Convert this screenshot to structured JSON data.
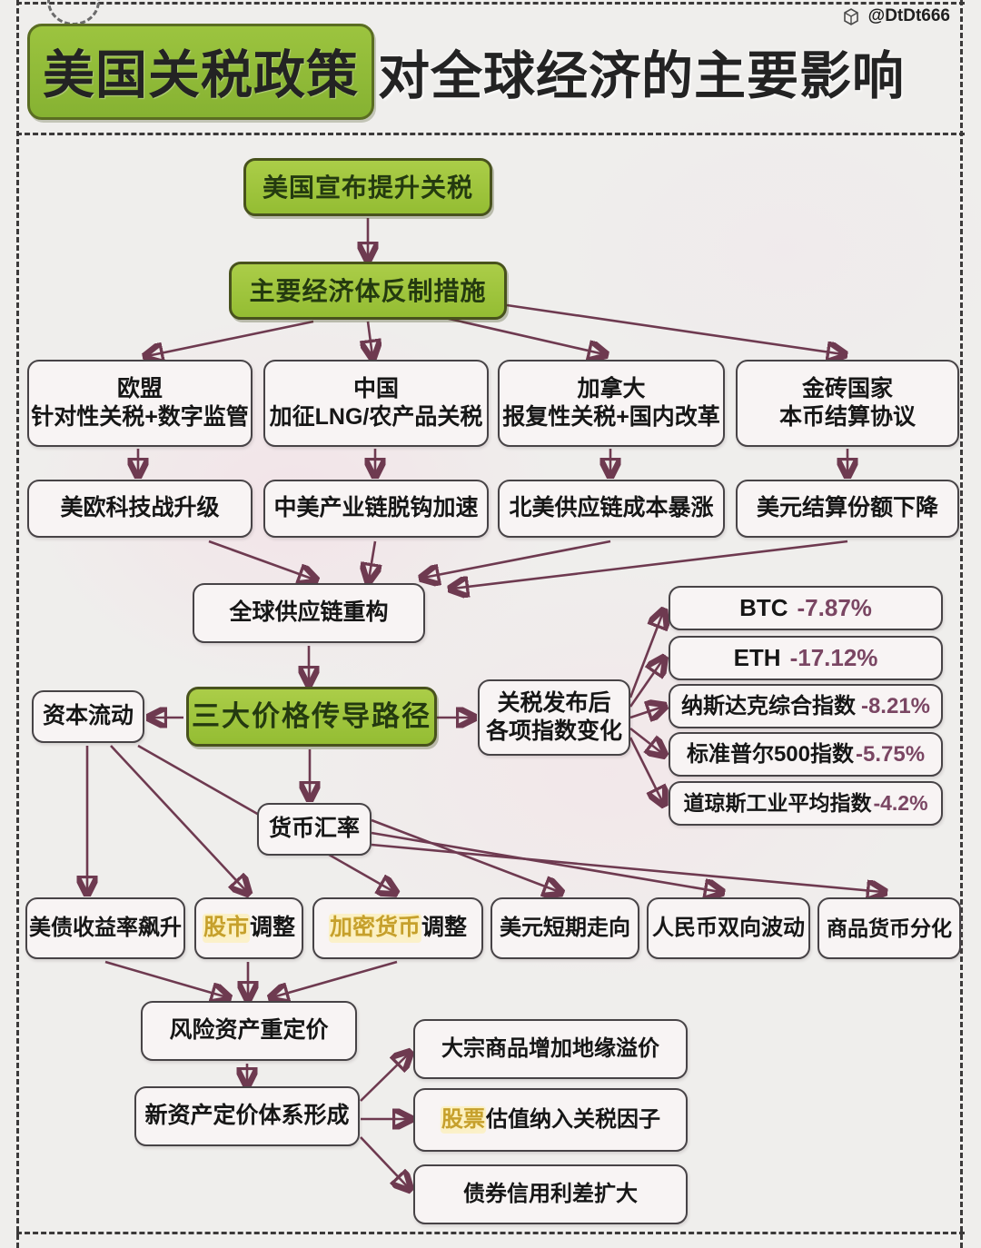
{
  "header": {
    "handle": "@DtDt666",
    "logo_icon": "cube-icon",
    "title_highlight": "美国关税政策",
    "title_rest": "对全球经济的主要影响"
  },
  "nodes": {
    "announce": "美国宣布提升关税",
    "counter": "主要经济体反制措施",
    "eu_title": "欧盟",
    "eu_sub": "针对性关税+数字监管",
    "cn_title": "中国",
    "cn_sub": "加征LNG/农产品关税",
    "ca_title": "加拿大",
    "ca_sub": "报复性关税+国内改革",
    "brics_title": "金砖国家",
    "brics_sub": "本币结算协议",
    "eu_effect": "美欧科技战升级",
    "cn_effect": "中美产业链脱钩加速",
    "ca_effect": "北美供应链成本暴涨",
    "brics_effect": "美元结算份额下降",
    "supply_chain": "全球供应链重构",
    "three_paths": "三大价格传导路径",
    "capital_flow": "资本流动",
    "index_header_line1": "关税发布后",
    "index_header_line2": "各项指数变化",
    "fx_rate": "货币汇率",
    "treasury": "美债收益率飙升",
    "stock_hl": "股市",
    "stock_rest": "调整",
    "crypto_hl": "加密货币",
    "crypto_rest": "调整",
    "usd_trend": "美元短期走向",
    "rmb": "人民币双向波动",
    "commodity_ccy": "商品货币分化",
    "risk_reprice": "风险资产重定价",
    "new_pricing": "新资产定价体系形成",
    "commodity_premium": "大宗商品增加地缘溢价",
    "equity_hl": "股票",
    "equity_rest": "估值纳入关税因子",
    "bond_spread": "债券信用利差扩大"
  },
  "indices": [
    {
      "label": "BTC",
      "value": "-7.87%"
    },
    {
      "label": "ETH",
      "value": "-17.12%"
    },
    {
      "label": "纳斯达克综合指数",
      "value": "-8.21%"
    },
    {
      "label": "标准普尔500指数",
      "value": "-5.75%"
    },
    {
      "label": "道琼斯工业平均指数",
      "value": "-4.2%"
    }
  ],
  "colors": {
    "accent_green": "#94bd33",
    "arrow": "#6e3a50",
    "highlight_gold": "#c6a02c",
    "value_plum": "#7a4663",
    "background": "#efeeec"
  }
}
